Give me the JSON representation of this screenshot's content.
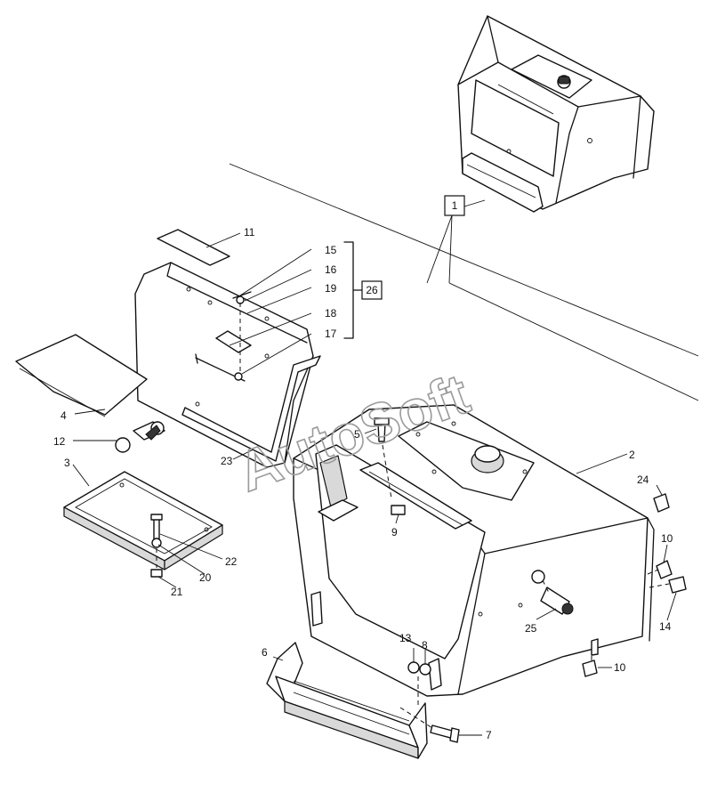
{
  "watermark": "AutoSoft",
  "callouts": {
    "c1": "1",
    "c2": "2",
    "c3": "3",
    "c4": "4",
    "c5": "5",
    "c6": "6",
    "c7": "7",
    "c8": "8",
    "c9": "9",
    "c10a": "10",
    "c10b": "10",
    "c11": "11",
    "c12": "12",
    "c13": "13",
    "c14": "14",
    "c15": "15",
    "c16": "16",
    "c17": "17",
    "c18": "18",
    "c19": "19",
    "c20": "20",
    "c21": "21",
    "c22": "22",
    "c23": "23",
    "c24": "24",
    "c25": "25",
    "c26": "26"
  }
}
